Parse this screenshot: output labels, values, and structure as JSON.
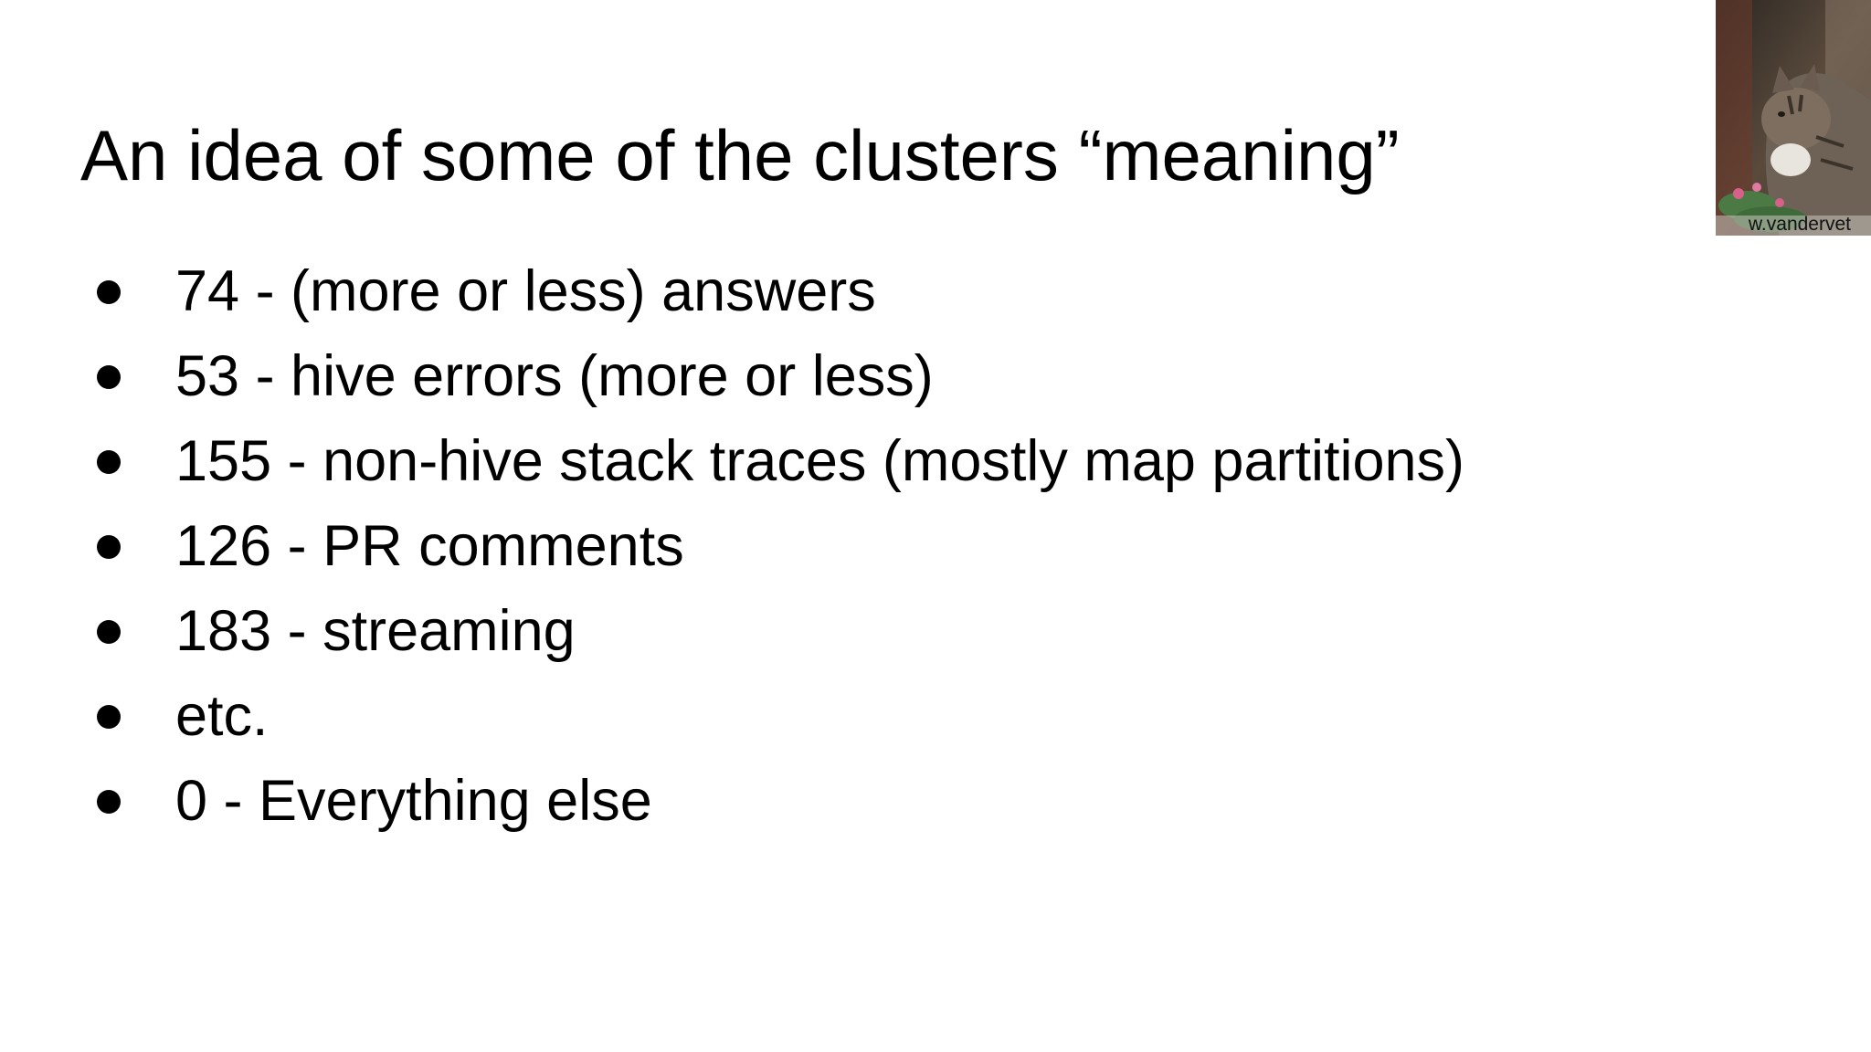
{
  "slide": {
    "title": "An idea of some of the clusters “meaning”",
    "bullets": [
      {
        "text": "74 - (more or less) answers"
      },
      {
        "text": "53 - hive errors (more or less)"
      },
      {
        "text": "155 - non-hive stack traces (mostly map partitions)"
      },
      {
        "text": "126 - PR comments"
      },
      {
        "text": "183 - streaming"
      },
      {
        "text": "etc."
      },
      {
        "text": "0 - Everything else"
      }
    ],
    "bullet_icon": "black-circle-bullet",
    "colors": {
      "background": "#ffffff",
      "text": "#000000"
    }
  },
  "video": {
    "participant_name": "w.vandervet",
    "thumbnail_icon": "cat-photo"
  }
}
